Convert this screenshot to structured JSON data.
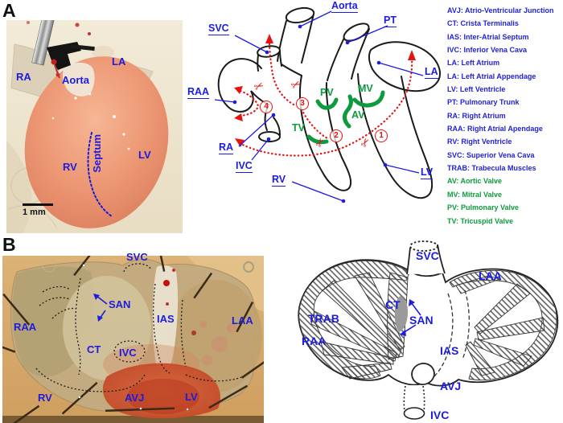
{
  "panels": {
    "a": "A",
    "b": "B"
  },
  "icons": {
    "scissors": "✂"
  },
  "colors": {
    "label_blue": "#1c1ce0",
    "legend_blue": "#2222d6",
    "valve_green": "#0d9b3d",
    "cut_red": "#e81111"
  },
  "panel_a": {
    "photo": {
      "labels": {
        "ra": "RA",
        "aorta": "Aorta",
        "la": "LA",
        "rv": "RV",
        "lv": "LV",
        "septum": "Septum"
      },
      "scale_bar": "1 mm"
    },
    "diagram": {
      "labels": {
        "aorta": "Aorta",
        "pt": "PT",
        "svc": "SVC",
        "raa": "RAA",
        "la": "LA",
        "ra": "RA",
        "ivc": "IVC",
        "rv": "RV",
        "lv": "LV"
      },
      "valves": {
        "pv": "PV",
        "mv": "MV",
        "av": "AV",
        "tv": "TV"
      },
      "cut_numbers": [
        "1",
        "2",
        "3",
        "4"
      ]
    }
  },
  "legend": {
    "items": [
      {
        "text": "AVJ: Atrio-Ventricular Junction",
        "color": "blue"
      },
      {
        "text": "CT: Crista Terminalis",
        "color": "blue"
      },
      {
        "text": "IAS: Inter-Atrial Septum",
        "color": "blue"
      },
      {
        "text": "IVC: Inferior Vena Cava",
        "color": "blue"
      },
      {
        "text": "LA: Left Atrium",
        "color": "blue"
      },
      {
        "text": "LA: Left Atrial Appendage",
        "color": "blue"
      },
      {
        "text": "LV: Left Ventricle",
        "color": "blue"
      },
      {
        "text": "PT: Pulmonary Trunk",
        "color": "blue"
      },
      {
        "text": "RA: Right Atrium",
        "color": "blue"
      },
      {
        "text": "RAA: Right Atrial Apendage",
        "color": "blue"
      },
      {
        "text": "RV: Right Ventricle",
        "color": "blue"
      },
      {
        "text": "SVC: Superior Vena Cava",
        "color": "blue"
      },
      {
        "text": "TRAB: Trabecula Muscles",
        "color": "blue"
      },
      {
        "text": "AV: Aortic Valve",
        "color": "green"
      },
      {
        "text": "MV: Mitral Valve",
        "color": "green"
      },
      {
        "text": "PV: Pulmonary Valve",
        "color": "green"
      },
      {
        "text": "TV: Tricuspid Valve",
        "color": "green"
      }
    ]
  },
  "panel_b": {
    "photo": {
      "labels": {
        "svc": "SVC",
        "san": "SAN",
        "raa": "RAA",
        "ias": "IAS",
        "laa": "LAA",
        "ct": "CT",
        "ivc": "IVC",
        "rv": "RV",
        "avj": "AVJ",
        "lv": "LV"
      }
    },
    "diagram": {
      "labels": {
        "svc": "SVC",
        "laa": "LAA",
        "ct": "CT",
        "trab": "TRAB",
        "san": "SAN",
        "raa": "RAA",
        "ias": "IAS",
        "avj": "AVJ",
        "ivc": "IVC"
      }
    }
  }
}
